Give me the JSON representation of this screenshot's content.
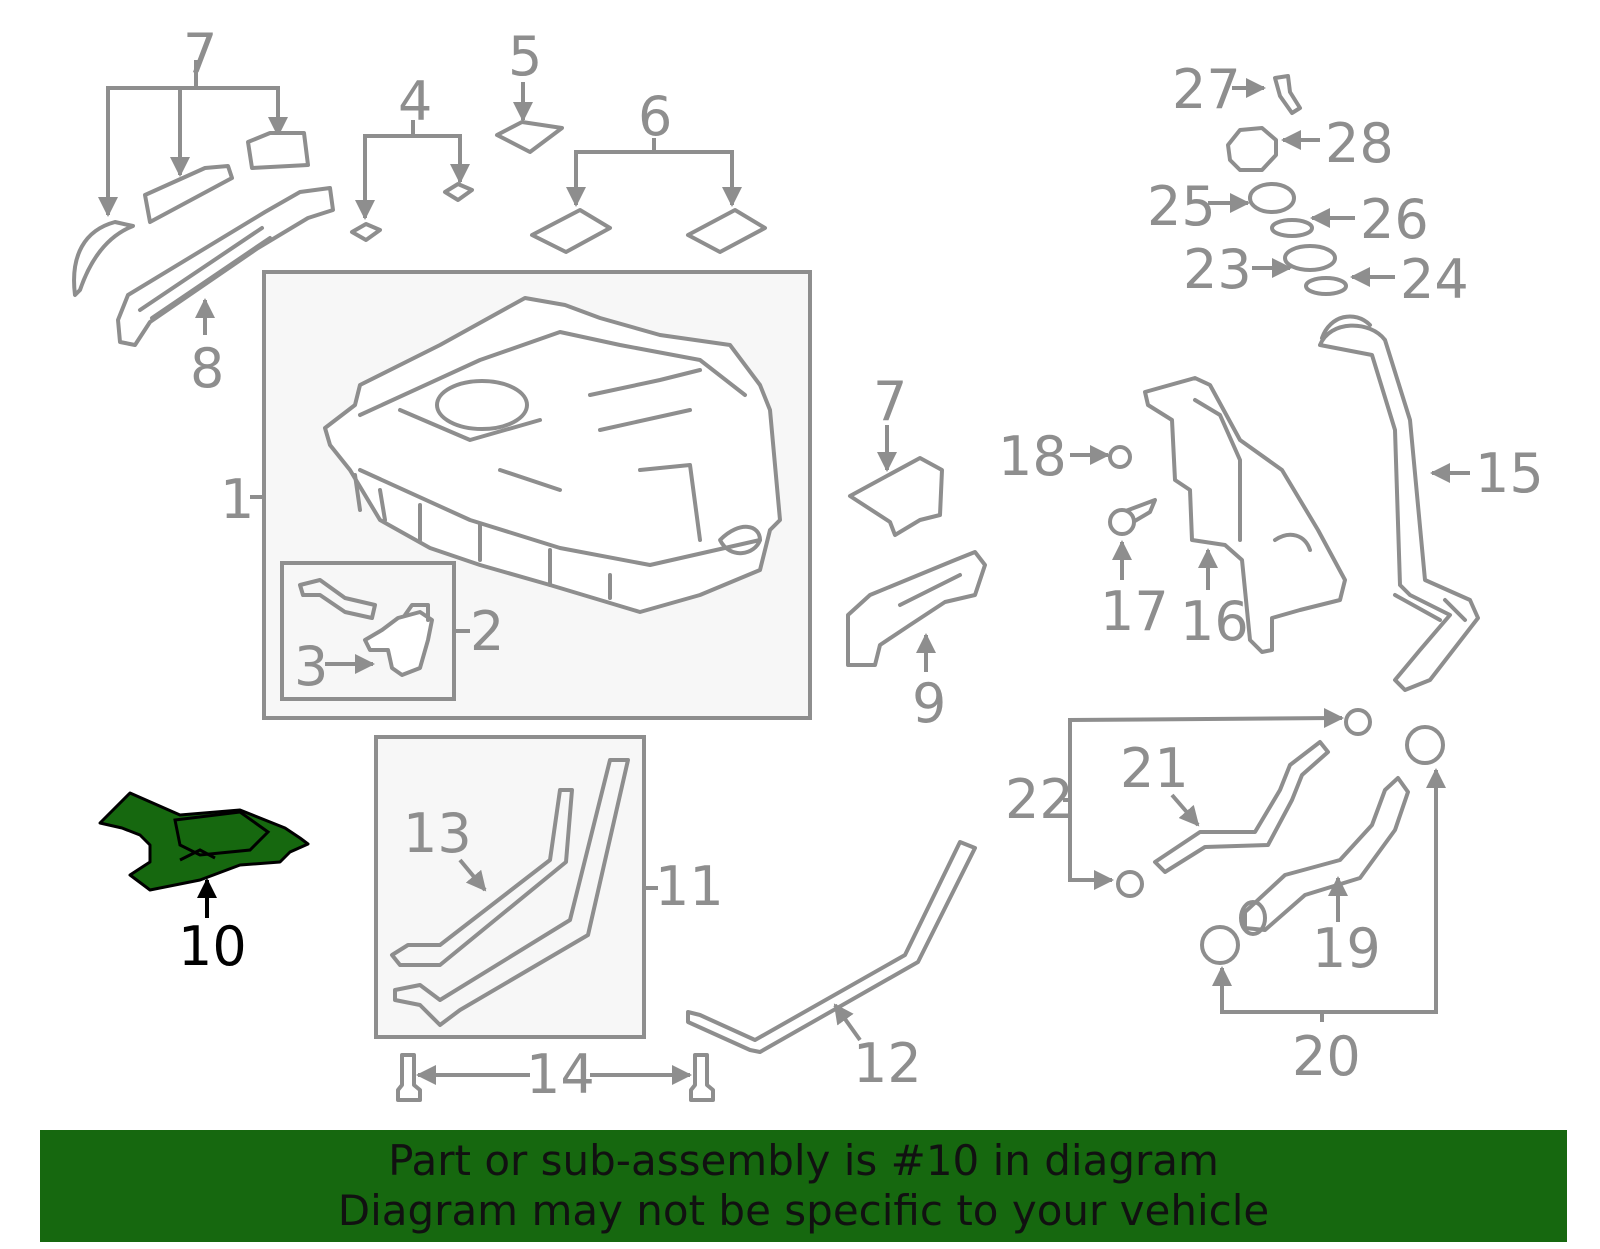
{
  "colors": {
    "part_gray": "#8e8e8e",
    "highlight_green": "#16680f",
    "highlight_label": "#000000",
    "banner_bg": "#16680f",
    "box_fill": "#f7f7f7"
  },
  "callouts": {
    "c1": "1",
    "c2": "2",
    "c3": "3",
    "c4": "4",
    "c5": "5",
    "c6": "6",
    "c7a": "7",
    "c7b": "7",
    "c8": "8",
    "c9": "9",
    "c10": "10",
    "c11": "11",
    "c12": "12",
    "c13": "13",
    "c14": "14",
    "c15": "15",
    "c16": "16",
    "c17": "17",
    "c18": "18",
    "c19": "19",
    "c20": "20",
    "c21": "21",
    "c22": "22",
    "c23": "23",
    "c24": "24",
    "c25": "25",
    "c26": "26",
    "c27": "27",
    "c28": "28"
  },
  "highlighted_part": "10",
  "banner": {
    "line1": "Part or sub-assembly is #10 in diagram",
    "line2": "Diagram may not be specific to your vehicle"
  }
}
